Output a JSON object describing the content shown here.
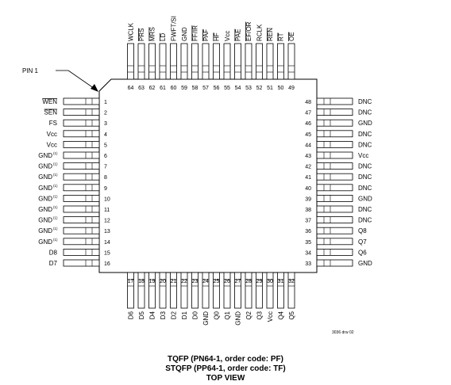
{
  "pin1_label": "PIN 1",
  "drawing_code": "3036 drw 02",
  "caption": {
    "line1": "TQFP (PN64-1, order code:  PF)",
    "line2": "STQFP (PP64-1, order code:  TF)",
    "line3": "TOP VIEW"
  },
  "left_pins": [
    {
      "num": "1",
      "name": "WEN",
      "overline": true
    },
    {
      "num": "2",
      "name": "SEN",
      "overline": true
    },
    {
      "num": "3",
      "name": "FS"
    },
    {
      "num": "4",
      "name": "Vcc"
    },
    {
      "num": "5",
      "name": "Vcc"
    },
    {
      "num": "6",
      "name": "GND",
      "note": "(1)"
    },
    {
      "num": "7",
      "name": "GND",
      "note": "(1)"
    },
    {
      "num": "8",
      "name": "GND",
      "note": "(1)"
    },
    {
      "num": "9",
      "name": "GND",
      "note": "(1)"
    },
    {
      "num": "10",
      "name": "GND",
      "note": "(1)"
    },
    {
      "num": "11",
      "name": "GND",
      "note": "(1)"
    },
    {
      "num": "12",
      "name": "GND",
      "note": "(1)"
    },
    {
      "num": "13",
      "name": "GND",
      "note": "(1)"
    },
    {
      "num": "14",
      "name": "GND",
      "note": "(1)"
    },
    {
      "num": "15",
      "name": "D8"
    },
    {
      "num": "16",
      "name": "D7"
    }
  ],
  "bottom_pins": [
    {
      "num": "17",
      "name": "D6"
    },
    {
      "num": "18",
      "name": "D5"
    },
    {
      "num": "19",
      "name": "D4"
    },
    {
      "num": "20",
      "name": "D3"
    },
    {
      "num": "21",
      "name": "D2"
    },
    {
      "num": "22",
      "name": "D1"
    },
    {
      "num": "23",
      "name": "D0"
    },
    {
      "num": "24",
      "name": "GND"
    },
    {
      "num": "25",
      "name": "Q0"
    },
    {
      "num": "26",
      "name": "Q1"
    },
    {
      "num": "27",
      "name": "GND"
    },
    {
      "num": "28",
      "name": "Q2"
    },
    {
      "num": "29",
      "name": "Q3"
    },
    {
      "num": "30",
      "name": "Vcc"
    },
    {
      "num": "31",
      "name": "Q4"
    },
    {
      "num": "32",
      "name": "Q5"
    }
  ],
  "right_pins": [
    {
      "num": "48",
      "name": "DNC"
    },
    {
      "num": "47",
      "name": "DNC"
    },
    {
      "num": "46",
      "name": "GND"
    },
    {
      "num": "45",
      "name": "DNC"
    },
    {
      "num": "44",
      "name": "DNC"
    },
    {
      "num": "43",
      "name": "Vcc"
    },
    {
      "num": "42",
      "name": "DNC"
    },
    {
      "num": "41",
      "name": "DNC"
    },
    {
      "num": "40",
      "name": "DNC"
    },
    {
      "num": "39",
      "name": "GND"
    },
    {
      "num": "38",
      "name": "DNC"
    },
    {
      "num": "37",
      "name": "DNC"
    },
    {
      "num": "36",
      "name": "Q8"
    },
    {
      "num": "35",
      "name": "Q7"
    },
    {
      "num": "34",
      "name": "Q6"
    },
    {
      "num": "33",
      "name": "GND"
    }
  ],
  "top_pins": [
    {
      "num": "64",
      "name": "WCLK"
    },
    {
      "num": "63",
      "name": "PRS",
      "overline": true
    },
    {
      "num": "62",
      "name": "MRS",
      "overline": true
    },
    {
      "num": "61",
      "name": "LD",
      "overline": true
    },
    {
      "num": "60",
      "name": "FWFT/SI"
    },
    {
      "num": "59",
      "name": "GND"
    },
    {
      "num": "58",
      "name": "FF/IR",
      "overline": true
    },
    {
      "num": "57",
      "name": "PAF",
      "overline": true
    },
    {
      "num": "56",
      "name": "HF",
      "overline": true
    },
    {
      "num": "55",
      "name": "Vcc"
    },
    {
      "num": "54",
      "name": "PAE",
      "overline": true
    },
    {
      "num": "53",
      "name": "EF/OR",
      "overline": true
    },
    {
      "num": "52",
      "name": "RCLK"
    },
    {
      "num": "51",
      "name": "REN",
      "overline": true
    },
    {
      "num": "50",
      "name": "RT",
      "overline": true
    },
    {
      "num": "49",
      "name": "OE",
      "overline": true
    }
  ]
}
